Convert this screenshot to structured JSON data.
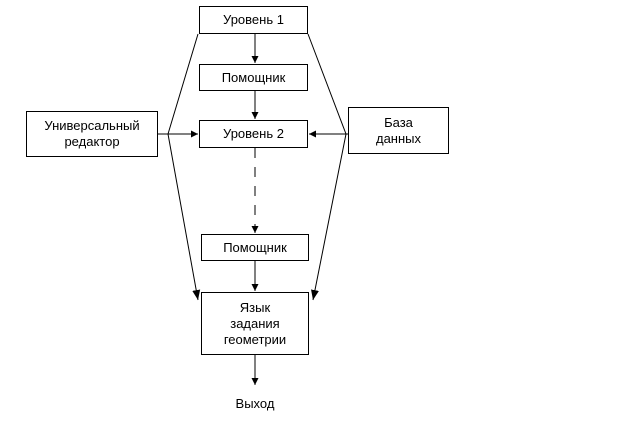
{
  "nodes": {
    "level1": "Уровень 1",
    "helper1": "Помощник",
    "level2": "Уровень 2",
    "universal_editor": [
      "Универсальный",
      "редактор"
    ],
    "database": [
      "База",
      "данных"
    ],
    "helper2": "Помощник",
    "geometry_language": [
      "Язык",
      "задания",
      "геометрии"
    ],
    "output": "Выход"
  }
}
